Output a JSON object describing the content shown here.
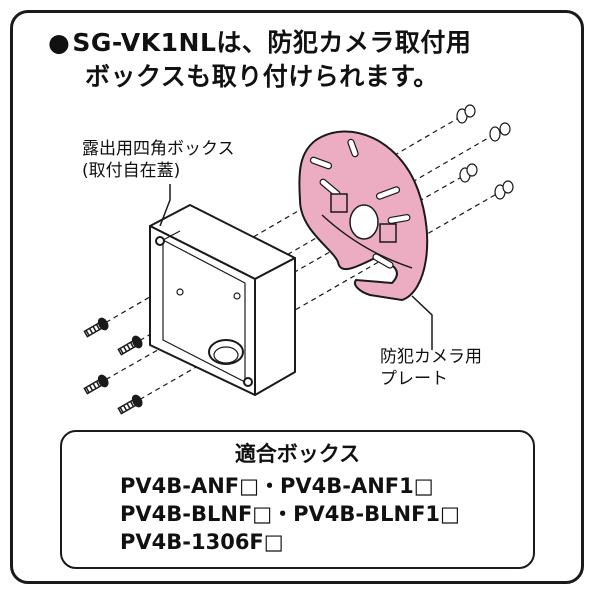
{
  "heading": {
    "bullet": "●",
    "line1": "SG-VK1NLは、防犯カメラ取付用",
    "line2": "ボックスも取り付けられます。"
  },
  "labels": {
    "box_line1": "露出用四角ボックス",
    "box_line2": "(取付自在蓋)",
    "plate_line1": "防犯カメラ用",
    "plate_line2": "プレート"
  },
  "compatible": {
    "title": "適合ボックス",
    "models": [
      "PV4B-ANF□・PV4B-ANF1□",
      "PV4B-BLNF□・PV4B-BLNF1□",
      "PV4B-1306F□"
    ]
  },
  "colors": {
    "plate_fill": "#ecadc2",
    "line": "#1a1a1a"
  }
}
